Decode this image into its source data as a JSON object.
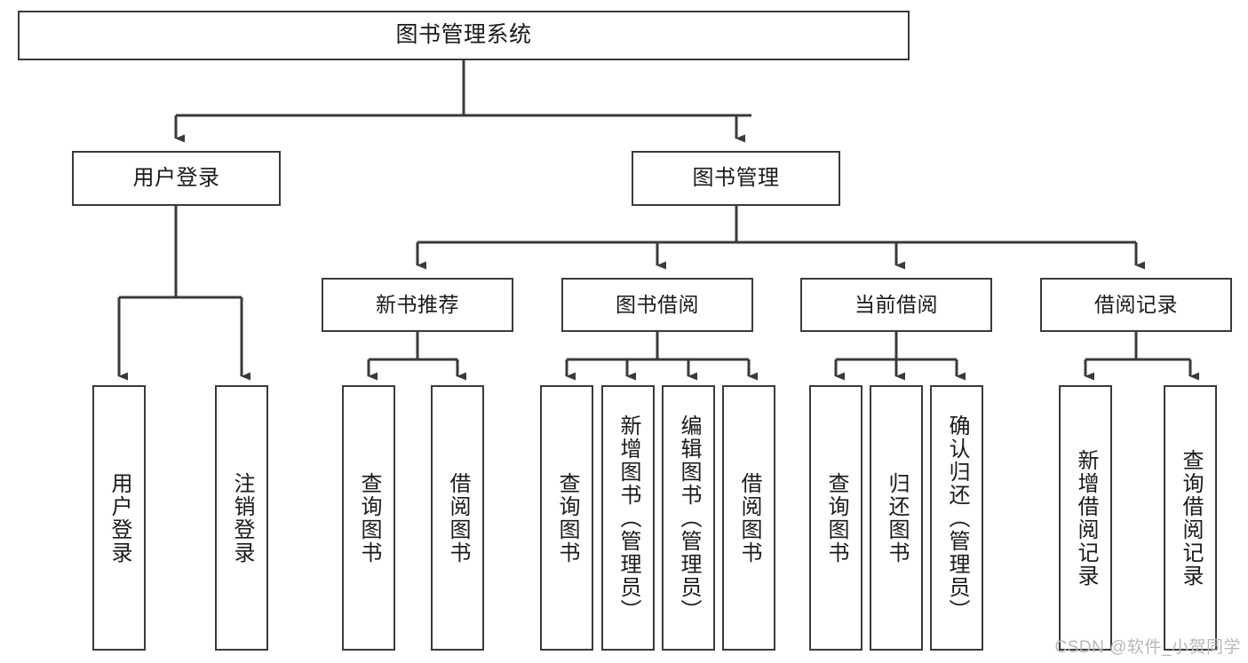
{
  "diagram": {
    "title": "图书管理系统",
    "type": "tree-hierarchy-chart",
    "watermark": "CSDN @软件_小贺同学",
    "colors": {
      "border": "#3a3a3a",
      "text": "#1a1a1a",
      "background": "#ffffff",
      "edge": "#3a3a3a",
      "watermark": "#b8b8b8"
    },
    "root": {
      "label": "图书管理系统"
    },
    "level2": [
      {
        "label": "用户登录"
      },
      {
        "label": "图书管理"
      }
    ],
    "level3": [
      {
        "label": "新书推荐"
      },
      {
        "label": "图书借阅"
      },
      {
        "label": "当前借阅"
      },
      {
        "label": "借阅记录"
      }
    ],
    "leaves": {
      "user_login": [
        {
          "label": "用户登录"
        },
        {
          "label": "注销登录"
        }
      ],
      "new_book_recommend": [
        {
          "label": "查询图书"
        },
        {
          "label": "借阅图书"
        }
      ],
      "book_borrow": [
        {
          "label": "查询图书"
        },
        {
          "label": "新增图书（管理员）"
        },
        {
          "label": "编辑图书（管理员）"
        },
        {
          "label": "借阅图书"
        }
      ],
      "current_borrow": [
        {
          "label": "查询图书"
        },
        {
          "label": "归还图书"
        },
        {
          "label": "确认归还（管理员）"
        }
      ],
      "borrow_record": [
        {
          "label": "新增借阅记录"
        },
        {
          "label": "查询借阅记录"
        }
      ]
    }
  }
}
